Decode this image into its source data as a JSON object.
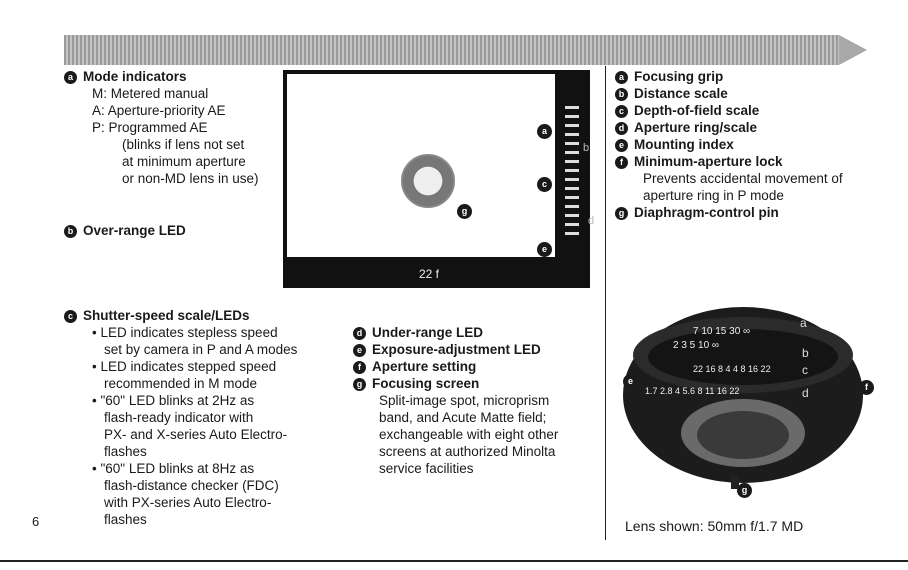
{
  "page_number": "6",
  "left_column": {
    "mode": {
      "badge": "a",
      "title": "Mode indicators",
      "lines": [
        "M: Metered manual",
        "A: Aperture-priority AE",
        "P: Programmed AE"
      ],
      "note": [
        "(blinks if lens not set",
        "at minimum aperture",
        "or non-MD lens in use)"
      ]
    },
    "over_range": {
      "badge": "b",
      "title": "Over-range LED"
    },
    "shutter": {
      "badge": "c",
      "title": "Shutter-speed scale/LEDs",
      "lines": [
        "• LED indicates stepless speed",
        "set by camera in P and A modes",
        "• LED indicates stepped speed",
        "recommended in M mode",
        "• \"60\" LED blinks at 2Hz as",
        "flash-ready indicator with",
        "PX- and X-series Auto Electro-",
        "flashes",
        "• \"60\" LED blinks at 8Hz as",
        "flash-distance checker (FDC)",
        "with PX-series Auto Electro-",
        "flashes"
      ]
    }
  },
  "viewfinder": {
    "bottom_readout": "22 f",
    "callouts": [
      "a",
      "b",
      "c",
      "d",
      "e",
      "g"
    ]
  },
  "middle_column": {
    "items": [
      {
        "badge": "d",
        "title": "Under-range LED"
      },
      {
        "badge": "e",
        "title": "Exposure-adjustment LED"
      },
      {
        "badge": "f",
        "title": "Aperture setting"
      },
      {
        "badge": "g",
        "title": "Focusing screen"
      }
    ],
    "focusing_text": [
      "Split-image spot, microprism",
      "band, and Acute Matte field;",
      "exchangeable with eight other",
      "screens at authorized Minolta",
      "service facilities"
    ]
  },
  "right_column": {
    "items": [
      {
        "badge": "a",
        "title": "Focusing grip"
      },
      {
        "badge": "b",
        "title": "Distance scale"
      },
      {
        "badge": "c",
        "title": "Depth-of-field scale"
      },
      {
        "badge": "d",
        "title": "Aperture ring/scale"
      },
      {
        "badge": "e",
        "title": "Mounting index"
      },
      {
        "badge": "f",
        "title": "Minimum-aperture lock"
      }
    ],
    "lock_text": [
      "Prevents accidental movement of",
      "aperture ring in P mode"
    ],
    "last_item": {
      "badge": "g",
      "title": "Diaphragm-control pin"
    }
  },
  "lens": {
    "caption": "Lens shown: 50mm f/1.7 MD",
    "scale_line1": "7 10 15 30 ∞",
    "scale_line2": "2 3 5 10 ∞",
    "scale_line3": "22 16 8 4 4 8 16 22",
    "scale_line4": "1.7 2.8 4 5.6 8 11 16 22",
    "labels": [
      "a",
      "b",
      "c",
      "d",
      "e",
      "f",
      "g"
    ]
  }
}
